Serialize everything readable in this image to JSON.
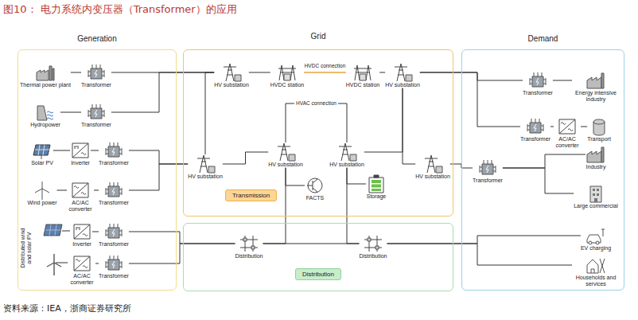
{
  "diagram": {
    "title": "图10： 电力系统内变压器（Transformer）的应用",
    "caption": "资料来源：IEA，浙商证券研究所",
    "nodes": [
      {
        "text": [
          "Generation"
        ]
      },
      {
        "text": [
          "Grid"
        ]
      },
      {
        "text": [
          "Transmission"
        ],
        "in": 1
      },
      {
        "text": [
          "Distribution"
        ],
        "in": 1
      },
      {
        "text": [
          "Demand"
        ]
      },
      {
        "text": [
          "Thermal power plant"
        ],
        "in": 0
      },
      {
        "text": [
          "Transformer"
        ],
        "in": 0
      },
      {
        "text": [
          "Hydropower"
        ],
        "in": 0
      },
      {
        "text": [
          "Transformer"
        ],
        "in": 0
      },
      {
        "text": [
          "Solar PV"
        ],
        "in": 0
      },
      {
        "text": [
          "Inverter"
        ],
        "in": 0
      },
      {
        "text": [
          "Transformer"
        ],
        "in": 0
      },
      {
        "text": [
          "Wind power"
        ],
        "in": 0
      },
      {
        "text": [
          "AC/AC converter"
        ],
        "in": 0
      },
      {
        "text": [
          "Transformer"
        ],
        "in": 0
      },
      {
        "text": [
          "Inverter"
        ],
        "in": 0
      },
      {
        "text": [
          "Transformer"
        ],
        "in": 0
      },
      {
        "text": [
          "AC/AC converter"
        ],
        "in": 0
      },
      {
        "text": [
          "Transformer"
        ],
        "in": 0
      },
      {
        "text": [
          "HV substation"
        ],
        "in": 2
      },
      {
        "text": [
          "HVDC station"
        ],
        "in": 2
      },
      {
        "text": [
          "HVDC station"
        ],
        "in": 2
      },
      {
        "text": [
          "HV substation"
        ],
        "in": 2
      },
      {
        "text": [
          "HV substation"
        ],
        "in": 2
      },
      {
        "text": [
          "HV substation"
        ],
        "in": 2
      },
      {
        "text": [
          "HV substation"
        ],
        "in": 2
      },
      {
        "text": [
          "FACTS"
        ],
        "in": 2
      },
      {
        "text": [
          "Storage"
        ],
        "in": 2
      },
      {
        "text": [
          "HV substation"
        ],
        "in": 2
      },
      {
        "text": [
          "Distribution"
        ],
        "in": 3
      },
      {
        "text": [
          "Distribution"
        ],
        "in": 3
      },
      {
        "text": [
          "Transformer"
        ],
        "in": 4
      },
      {
        "text": [
          "Energy intensive industry"
        ],
        "in": 4
      },
      {
        "text": [
          "Transformer"
        ],
        "in": 4
      },
      {
        "text": [
          "AC/AC converter"
        ],
        "in": 4
      },
      {
        "text": [
          "Transport"
        ],
        "in": 4
      },
      {
        "text": [
          "Transformer"
        ],
        "in": 4
      },
      {
        "text": [
          "Industry"
        ],
        "in": 4
      },
      {
        "text": [
          "Large commercial"
        ],
        "in": 4
      },
      {
        "text": [
          "EV charging"
        ],
        "in": 4
      },
      {
        "text": [
          "Households and services"
        ],
        "in": 4
      }
    ],
    "edges": [
      {
        "from": 5,
        "to": 6,
        "arrow": "none"
      },
      {
        "from": 6,
        "to": 19,
        "arrow": "none"
      },
      {
        "from": 7,
        "to": 8,
        "arrow": "none"
      },
      {
        "from": 8,
        "to": 19,
        "arrow": "none"
      },
      {
        "from": 9,
        "to": 10,
        "arrow": "none"
      },
      {
        "from": 10,
        "to": 11,
        "arrow": "none"
      },
      {
        "from": 11,
        "to": 23,
        "arrow": "none"
      },
      {
        "from": 12,
        "to": 13,
        "arrow": "none"
      },
      {
        "from": 13,
        "to": 14,
        "arrow": "none"
      },
      {
        "from": 14,
        "to": 23,
        "arrow": "none"
      },
      {
        "from": 15,
        "to": 16,
        "arrow": "none"
      },
      {
        "from": 16,
        "to": 29,
        "arrow": "none"
      },
      {
        "from": 17,
        "to": 18,
        "arrow": "none"
      },
      {
        "from": 18,
        "to": 29,
        "arrow": "none"
      },
      {
        "from": 23,
        "to": 19,
        "arrow": "none"
      },
      {
        "from": 23,
        "to": 24,
        "arrow": "none"
      },
      {
        "from": 19,
        "to": 20,
        "arrow": "none"
      },
      {
        "from": 20,
        "to": 21,
        "label": "HVDC connection",
        "arrow": "none"
      },
      {
        "from": 21,
        "to": 22,
        "arrow": "none"
      },
      {
        "from": 24,
        "to": 25,
        "label": "HVAC connection",
        "arrow": "none"
      },
      {
        "from": 22,
        "to": 25,
        "arrow": "none"
      },
      {
        "from": 22,
        "to": 28,
        "arrow": "none"
      },
      {
        "from": 24,
        "to": 26,
        "arrow": "none"
      },
      {
        "from": 25,
        "to": 27,
        "arrow": "none"
      },
      {
        "from": 24,
        "to": 29,
        "arrow": "none"
      },
      {
        "from": 25,
        "to": 30,
        "arrow": "none"
      },
      {
        "from": 29,
        "to": 30,
        "arrow": "none"
      },
      {
        "from": 22,
        "to": 31,
        "arrow": "none"
      },
      {
        "from": 22,
        "to": 33,
        "arrow": "none"
      },
      {
        "from": 31,
        "to": 32,
        "arrow": "none"
      },
      {
        "from": 33,
        "to": 34,
        "arrow": "none"
      },
      {
        "from": 34,
        "to": 35,
        "arrow": "none"
      },
      {
        "from": 28,
        "to": 36,
        "arrow": "none"
      },
      {
        "from": 36,
        "to": 37,
        "arrow": "none"
      },
      {
        "from": 36,
        "to": 38,
        "arrow": "none"
      },
      {
        "from": 30,
        "to": 39,
        "arrow": "none"
      },
      {
        "from": 30,
        "to": 40,
        "arrow": "none"
      }
    ],
    "labels": [
      "Distributed wind and solar PV"
    ]
  }
}
